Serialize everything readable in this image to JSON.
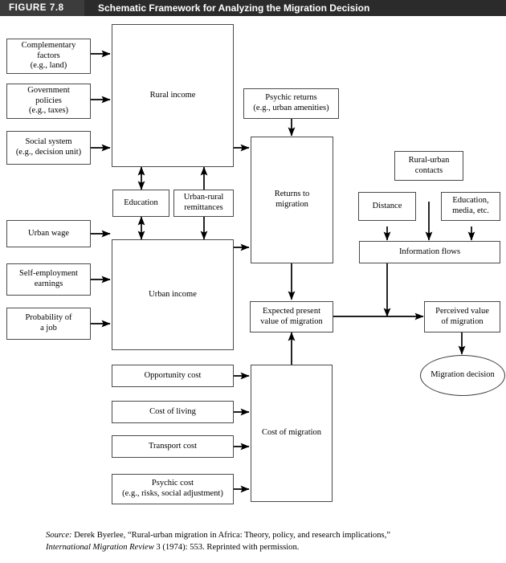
{
  "header": {
    "figure_label": "FIGURE 7.8",
    "title": "Schematic Framework for Analyzing the Migration Decision",
    "bar_color": "#2b2b2b",
    "left_block_color": "#3c3c3c",
    "text_color": "#ffffff"
  },
  "nodes": {
    "complementary_factors": {
      "line1": "Complementary",
      "line2": "factors",
      "line3": "(e.g., land)"
    },
    "government_policies": {
      "line1": "Government",
      "line2": "policies",
      "line3": "(e.g., taxes)"
    },
    "social_system": {
      "line1": "Social system",
      "line2": "(e.g., decision unit)"
    },
    "rural_income": {
      "label": "Rural income"
    },
    "education_mid": {
      "label": "Education"
    },
    "urban_rural_remittances": {
      "line1": "Urban-rural",
      "line2": "remittances"
    },
    "urban_wage": {
      "label": "Urban wage"
    },
    "self_employment_earnings": {
      "line1": "Self-employment",
      "line2": "earnings"
    },
    "probability_of_a_job": {
      "line1": "Probability of",
      "line2": "a job"
    },
    "urban_income": {
      "label": "Urban income"
    },
    "psychic_returns": {
      "line1": "Psychic returns",
      "line2": "(e.g., urban amenities)"
    },
    "returns_to_migration": {
      "line1": "Returns to",
      "line2": "migration"
    },
    "expected_present_value": {
      "line1": "Expected present",
      "line2": "value of migration"
    },
    "opportunity_cost": {
      "label": "Opportunity cost"
    },
    "cost_of_living": {
      "label": "Cost of living"
    },
    "transport_cost": {
      "label": "Transport cost"
    },
    "psychic_cost": {
      "line1": "Psychic cost",
      "line2": "(e.g., risks, social adjustment)"
    },
    "cost_of_migration": {
      "label": "Cost of migration"
    },
    "rural_urban_contacts": {
      "line1": "Rural-urban",
      "line2": "contacts"
    },
    "distance": {
      "label": "Distance"
    },
    "education_media": {
      "line1": "Education,",
      "line2": "media, etc."
    },
    "information_flows": {
      "label": "Information flows"
    },
    "perceived_value": {
      "line1": "Perceived value",
      "line2": "of migration"
    },
    "migration_decision": {
      "line1": "Migration",
      "line2": "decision"
    }
  },
  "source": {
    "label": "Source:",
    "line1_rest": " Derek Byerlee, “Rural-urban migration in Africa: Theory, policy, and research implications,”",
    "line2_italic": "International Migration Review",
    "line2_rest": " 3 (1974): 553. Reprinted with permission."
  },
  "style": {
    "box_border_color": "#4a4a4a",
    "connector_color": "#000000",
    "background": "#ffffff"
  }
}
